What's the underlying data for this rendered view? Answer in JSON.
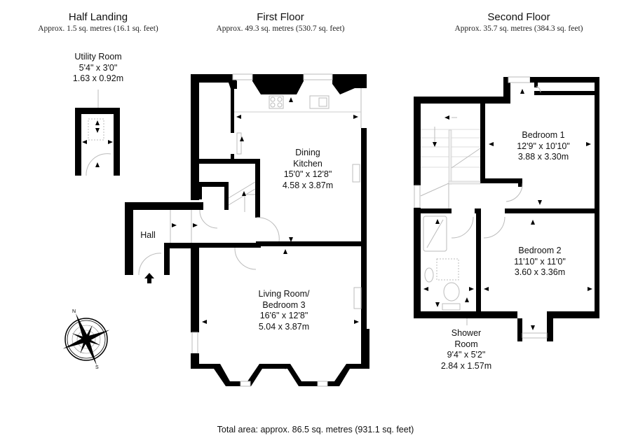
{
  "floors": [
    {
      "id": "half-landing",
      "title": "Half Landing",
      "area": "Approx. 1.5 sq. metres (16.1 sq. feet)"
    },
    {
      "id": "first-floor",
      "title": "First Floor",
      "area": "Approx. 49.3 sq. metres (530.7 sq. feet)"
    },
    {
      "id": "second-floor",
      "title": "Second Floor",
      "area": "Approx. 35.7 sq. metres (384.3 sq. feet)"
    }
  ],
  "rooms": {
    "utility": {
      "name": "Utility Room",
      "imperial": "5'4\" x 3'0\"",
      "metric": "1.63 x 0.92m"
    },
    "dining_kitchen": {
      "name_line1": "Dining",
      "name_line2": "Kitchen",
      "imperial": "15'0\" x 12'8\"",
      "metric": "4.58 x 3.87m"
    },
    "hall": {
      "name": "Hall"
    },
    "living_room": {
      "name_line1": "Living Room/",
      "name_line2": "Bedroom 3",
      "imperial": "16'6\" x 12'8\"",
      "metric": "5.04 x 3.87m"
    },
    "bedroom1": {
      "name": "Bedroom 1",
      "imperial": "12'9\" x 10'10\"",
      "metric": "3.88 x 3.30m"
    },
    "bedroom2": {
      "name": "Bedroom 2",
      "imperial": "11'10\" x 11'0\"",
      "metric": "3.60 x 3.36m"
    },
    "shower_room": {
      "name_line1": "Shower",
      "name_line2": "Room",
      "imperial": "9'4\" x 5'2\"",
      "metric": "2.84 x 1.57m"
    }
  },
  "compass": {
    "icon": "compass-rose-icon"
  },
  "total_area": "Total area: approx. 86.5 sq. metres (931.1 sq. feet)",
  "colors": {
    "wall": "#000000",
    "fixture": "#bbbbbb",
    "text": "#111111"
  }
}
